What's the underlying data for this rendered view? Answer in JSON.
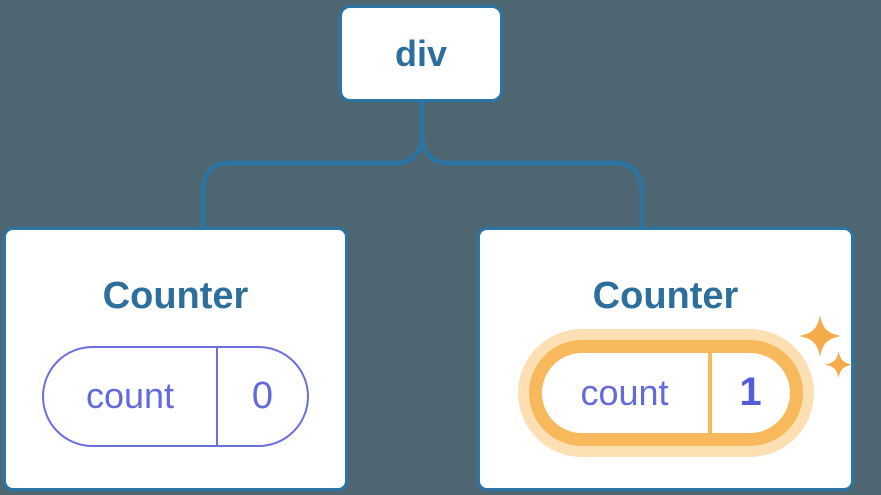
{
  "diagram": {
    "root_node": {
      "label": "div"
    },
    "children": [
      {
        "title": "Counter",
        "pill": {
          "label": "count",
          "value": "0"
        },
        "highlighted": false
      },
      {
        "title": "Counter",
        "pill": {
          "label": "count",
          "value": "1"
        },
        "highlighted": true,
        "badge_icon": "sparkles-icon"
      }
    ]
  },
  "colors": {
    "background": "#4d6672",
    "node_blue": "#2c74a4",
    "title_blue": "#2d6f9c",
    "state_purple": "#626ade",
    "state_purple_bold": "#545cd6",
    "pill_border_purple": "#6b70df",
    "highlight_orange": "#f8b85c",
    "highlight_glow": "#fcdfb2",
    "sparkle_orange": "#f6ab4a",
    "card_white": "#ffffff"
  }
}
